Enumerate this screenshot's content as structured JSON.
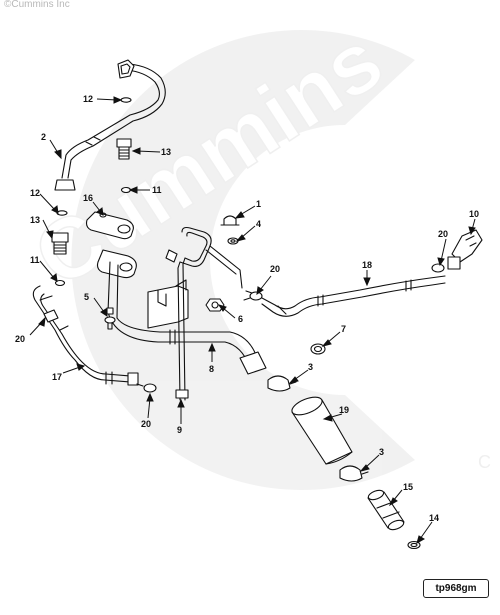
{
  "copyright": "©Cummins Inc",
  "watermark": {
    "brand": "Cummins",
    "mark": "C"
  },
  "drawing_code": "tp968gm",
  "callouts": [
    {
      "id": "c1",
      "text": "1"
    },
    {
      "id": "c2",
      "text": "2"
    },
    {
      "id": "c3a",
      "text": "3"
    },
    {
      "id": "c3b",
      "text": "3"
    },
    {
      "id": "c4",
      "text": "4"
    },
    {
      "id": "c5",
      "text": "5"
    },
    {
      "id": "c6",
      "text": "6"
    },
    {
      "id": "c7",
      "text": "7"
    },
    {
      "id": "c8",
      "text": "8"
    },
    {
      "id": "c9",
      "text": "9"
    },
    {
      "id": "c10",
      "text": "10"
    },
    {
      "id": "c11a",
      "text": "11"
    },
    {
      "id": "c11b",
      "text": "11"
    },
    {
      "id": "c12a",
      "text": "12"
    },
    {
      "id": "c12b",
      "text": "12"
    },
    {
      "id": "c13a",
      "text": "13"
    },
    {
      "id": "c13b",
      "text": "13"
    },
    {
      "id": "c14",
      "text": "14"
    },
    {
      "id": "c15",
      "text": "15"
    },
    {
      "id": "c16",
      "text": "16"
    },
    {
      "id": "c17",
      "text": "17"
    },
    {
      "id": "c18",
      "text": "18"
    },
    {
      "id": "c19",
      "text": "19"
    },
    {
      "id": "c20a",
      "text": "20"
    },
    {
      "id": "c20b",
      "text": "20"
    },
    {
      "id": "c20c",
      "text": "20"
    },
    {
      "id": "c20d",
      "text": "20"
    }
  ]
}
